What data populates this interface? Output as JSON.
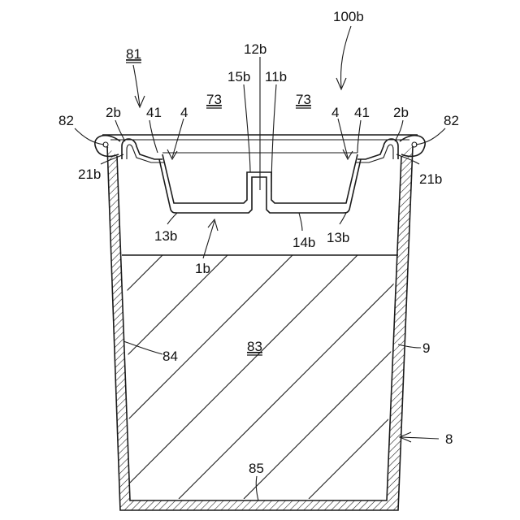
{
  "labels": {
    "assembly": "100b",
    "lid_assembly": "81",
    "cup": "8",
    "rim_curl": "82",
    "rim_curl_right": "82",
    "content": "83",
    "inner_surface": "84",
    "bottom": "85",
    "side_wall": "9",
    "lid": "1b",
    "lid_flange_left": "2b",
    "lid_flange_right": "2b",
    "lid_rim_seal_left": "21b",
    "lid_rim_seal_right": "21b",
    "step_left": "41",
    "step_right": "41",
    "recess_wall_left": "4",
    "recess_wall_right": "4",
    "recess_space_left": "73",
    "recess_space_right": "73",
    "recess_bottom_left": "13b",
    "recess_bottom_right": "13b",
    "bottom_plate": "14b",
    "boss": "12b",
    "boss_inner": "11b",
    "boss_side": "15b"
  }
}
